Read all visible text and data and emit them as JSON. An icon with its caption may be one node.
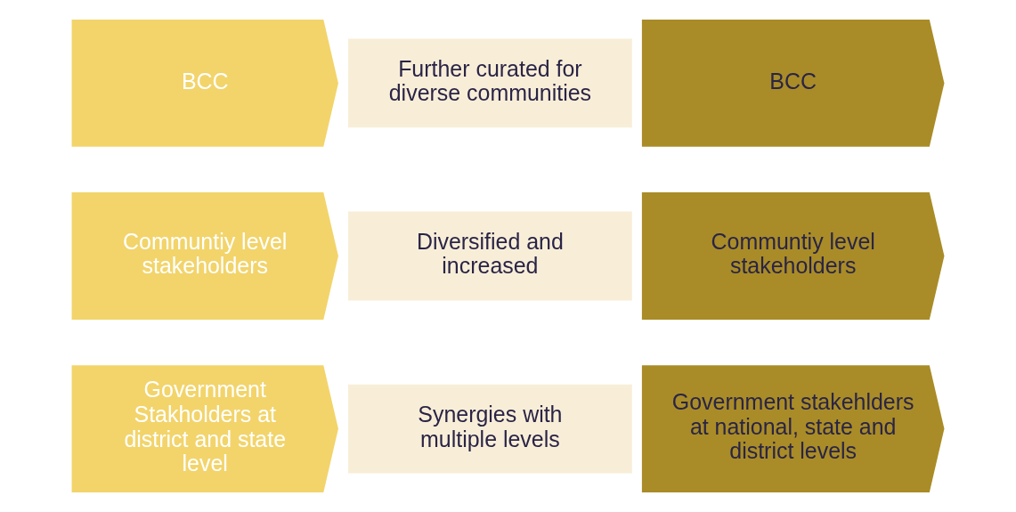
{
  "diagram": {
    "nodes": [
      {
        "text": [
          "Government Stakholders at district and state level"
        ]
      },
      {
        "text": [
          "Synergies with multiple levels"
        ]
      },
      {
        "text": [
          "Government stakehlders at national, state and district levels"
        ]
      },
      {
        "text": [
          "Communtiy level stakeholders"
        ]
      },
      {
        "text": [
          "Diversified and increased"
        ]
      },
      {
        "text": [
          "Communtiy level stakeholders"
        ]
      },
      {
        "text": [
          "BCC"
        ]
      },
      {
        "text": [
          "Further curated for diverse communities"
        ]
      },
      {
        "text": [
          "BCC"
        ]
      }
    ]
  }
}
